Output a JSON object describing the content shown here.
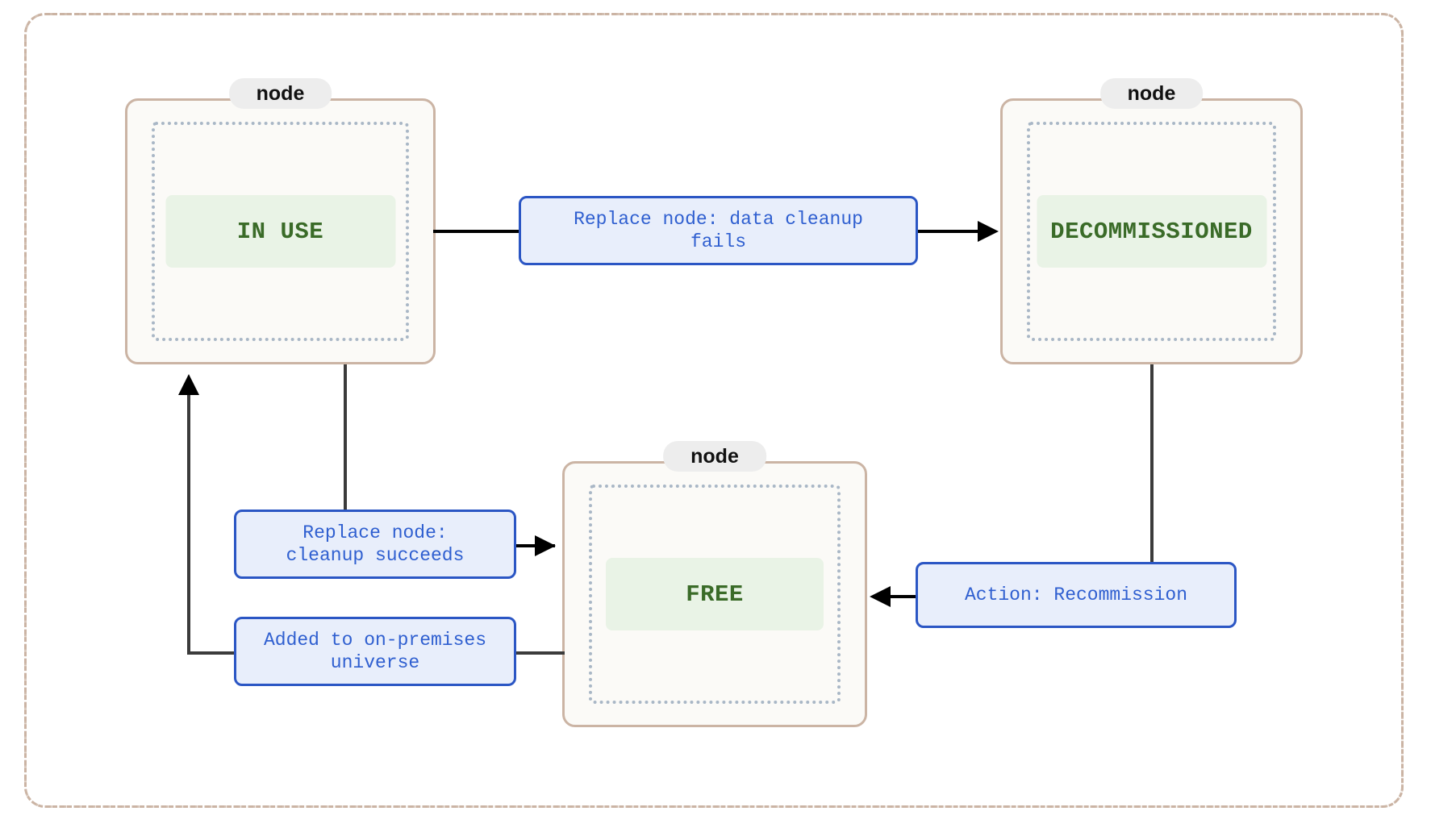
{
  "diagram": {
    "type": "state-diagram",
    "frame_style": "dash-dot",
    "colors": {
      "frame_border": "#cbb4a4",
      "composite_border": "#cbb4a4",
      "composite_fill": "#fbfaf7",
      "chip_fill": "#ededed",
      "inner_dotted": "#a9b7c6",
      "state_pill_fill": "#e9f3e6",
      "state_text": "#3a6b28",
      "label_fill": "#e8eefb",
      "label_border": "#2b56c4",
      "label_text": "#2f5fd0",
      "connector": "#3b3b3b"
    },
    "composites": [
      {
        "id": "c-in-use",
        "title": "node",
        "state": "IN USE"
      },
      {
        "id": "c-decommissioned",
        "title": "node",
        "state": "DECOMMISSIONED"
      },
      {
        "id": "c-free",
        "title": "node",
        "state": "FREE"
      }
    ],
    "transitions": [
      {
        "id": "t1",
        "from": "IN USE",
        "to": "DECOMMISSIONED",
        "label": "Replace node: data cleanup\nfails"
      },
      {
        "id": "t2",
        "from": "IN USE",
        "to": "FREE",
        "label": "Replace node:\ncleanup succeeds"
      },
      {
        "id": "t3",
        "from": "FREE",
        "to": "IN USE",
        "label": "Added to on-premises\nuniverse"
      },
      {
        "id": "t4",
        "from": "DECOMMISSIONED",
        "to": "FREE",
        "label": "Action: Recommission"
      }
    ]
  }
}
